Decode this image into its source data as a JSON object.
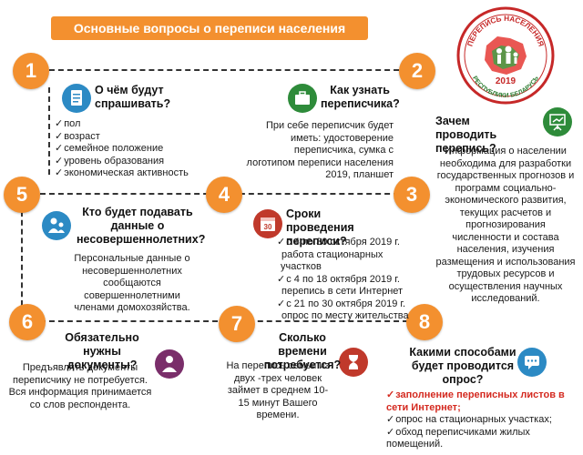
{
  "header": {
    "title": "Основные вопросы о переписи населения"
  },
  "logo": {
    "top_text": "ПЕРЕПИСЬ НАСЕЛЕНИЯ",
    "year": "2019",
    "bottom_text": "РЕСПУБЛИКИ БЕЛАРУСЬ"
  },
  "blocks": {
    "b1": {
      "number": "1",
      "question": "О чём будут спрашивать?",
      "items": [
        "пол",
        "возраст",
        "семейное положение",
        "уровень образования",
        "экономическая активность"
      ]
    },
    "b2": {
      "number": "2",
      "question": "Как узнать переписчика?",
      "text": "При себе переписчик будет иметь: удостоверение переписчика, сумка с логотипом переписи населения 2019, планшет"
    },
    "b3": {
      "number": "3",
      "question": "Зачем проводить перепись?",
      "text": "Информация о населении необходима для разработки государственных прогнозов и программ социально-экономического развития, текущих расчетов и прогнозирования численности и состава населения, изучения размещения и использования трудовых ресурсов и осуществления научных исследований."
    },
    "b4": {
      "number": "4",
      "question": "Сроки проведения переписи?",
      "icon_text": "30",
      "items": [
        "с 4 по 30 октября 2019 г.",
        "работа стационарных участков",
        "с 4 по 18 октября 2019 г.",
        "перепись в сети Интернет",
        "с 21 по 30 октября 2019 г.",
        "опрос по месту жительства"
      ]
    },
    "b5": {
      "number": "5",
      "question": "Кто будет подавать данные о несовершеннолетних?",
      "text": "Персональные данные о несовершеннолетних сообщаются совершеннолетними членами домохозяйства."
    },
    "b6": {
      "number": "6",
      "question": "Обязательно нужны документы?",
      "text": "Предъявлять документы переписчику не потребуется. Вся информация принимается со слов респондента."
    },
    "b7": {
      "number": "7",
      "question": "Сколько времени потребуется?",
      "text": "На перепись семьи из двух -трех человек займет в среднем 10-15 минут Вашего времени."
    },
    "b8": {
      "number": "8",
      "question": "Какими способами будет проводится опрос?",
      "items": [
        "заполнение переписных листов в сети Интернет;",
        "опрос на стационарных участках;",
        "обход переписчиками жилых помещений."
      ]
    }
  },
  "colors": {
    "accent": "#f3902f",
    "highlight": "#d42a20"
  }
}
